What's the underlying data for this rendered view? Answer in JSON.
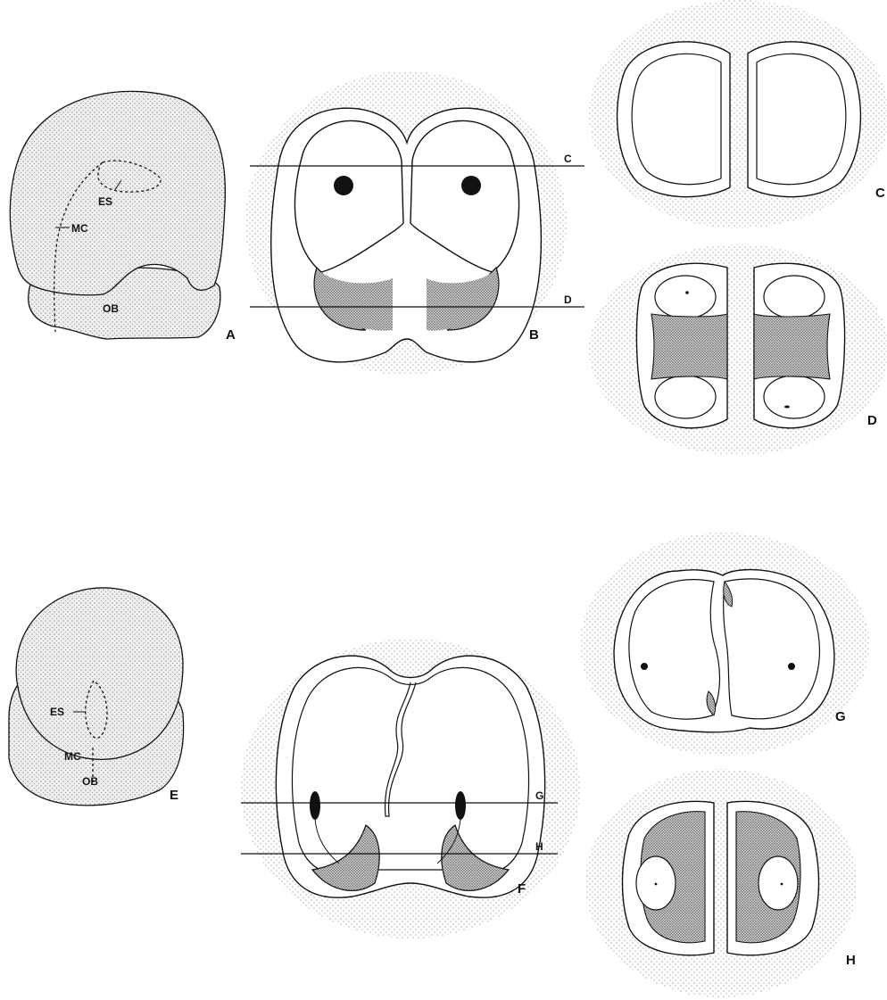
{
  "figure": {
    "panels": {
      "A": {
        "letter": "A",
        "labels": {
          "es": "ES",
          "mc": "MC",
          "ob": "OB"
        }
      },
      "B": {
        "letter": "B",
        "section_lines": [
          "C",
          "D"
        ]
      },
      "C": {
        "letter": "C"
      },
      "D": {
        "letter": "D"
      },
      "E": {
        "letter": "E",
        "labels": {
          "es": "ES",
          "mc": "MC",
          "ob": "OB"
        }
      },
      "F": {
        "letter": "F",
        "section_lines": [
          "G",
          "H"
        ]
      },
      "G": {
        "letter": "G"
      },
      "H": {
        "letter": "H"
      }
    }
  },
  "colors": {
    "ink": "#111111",
    "paper": "#ffffff",
    "stipple": "#555555"
  }
}
